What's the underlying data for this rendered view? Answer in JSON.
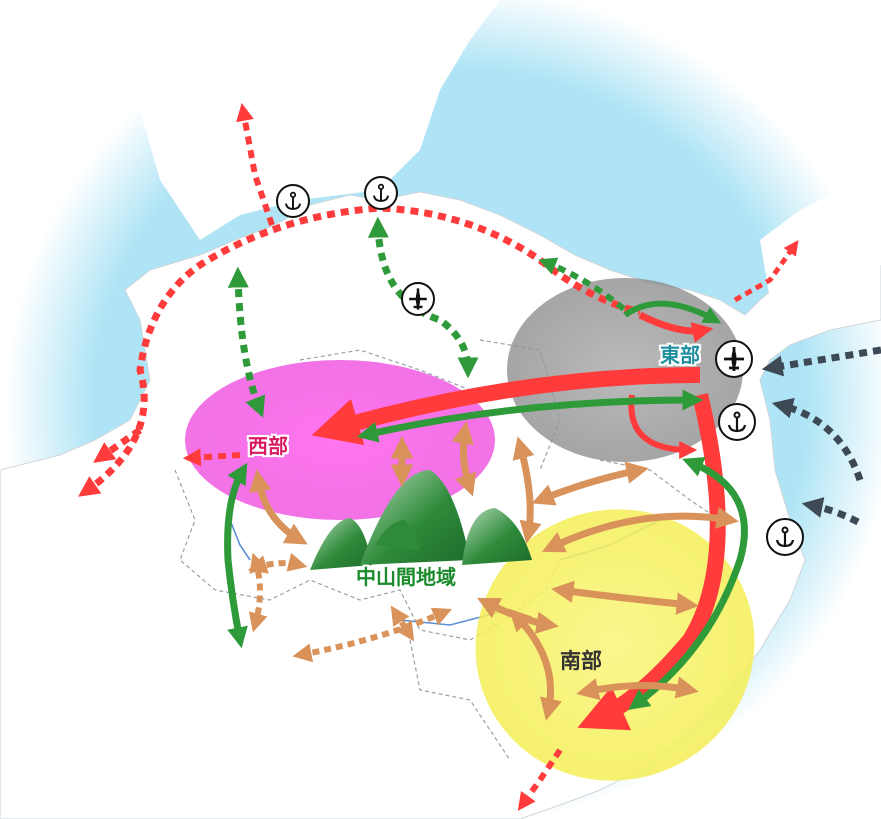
{
  "regions": {
    "west": {
      "label": "西部",
      "color": "#d81b60"
    },
    "east": {
      "label": "東部",
      "color": "#1f8fa0"
    },
    "mountains": {
      "label": "中山間地域",
      "color": "#1a8a2a"
    },
    "south": {
      "label": "南部",
      "color": "#333333"
    }
  },
  "colors": {
    "sea": "#aee4f5",
    "land": "#ffffff",
    "west_zone": "#ee44dd",
    "east_zone": "#9a9a9a",
    "south_zone": "#f7f26a",
    "mountain": "#2e8b3a",
    "arrow_red": "#ff3b3b",
    "arrow_green": "#2f9a3a",
    "arrow_tan": "#d9925a",
    "arrow_dark": "#3d4a55"
  },
  "icons": [
    {
      "name": "port-icon-north-west"
    },
    {
      "name": "port-icon-north"
    },
    {
      "name": "airport-icon-north"
    },
    {
      "name": "airport-icon-east"
    },
    {
      "name": "port-icon-east"
    },
    {
      "name": "port-icon-south-east"
    }
  ]
}
